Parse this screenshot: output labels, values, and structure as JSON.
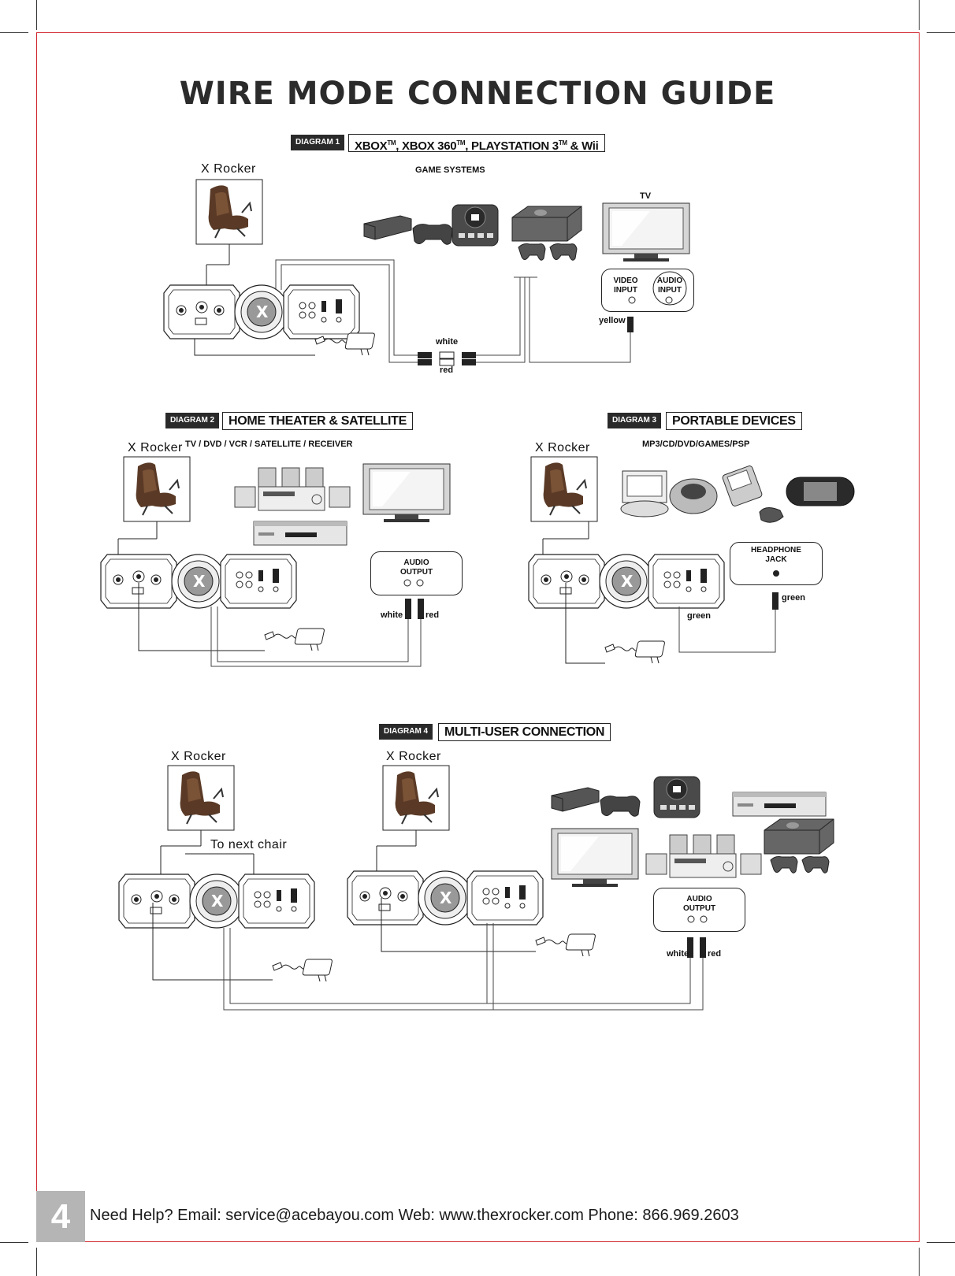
{
  "title": "WIRE MODE CONNECTION GUIDE",
  "diagram1": {
    "tag": "DIAGRAM 1",
    "heading_parts": [
      "XBOX",
      "TM",
      ",  XBOX 360",
      "TM",
      ", PLAYSTATION 3",
      "TM",
      " & Wii"
    ],
    "rocker_label": "X Rocker",
    "game_systems_label": "GAME SYSTEMS",
    "tv_label": "TV",
    "video_input": "VIDEO INPUT",
    "audio_input": "AUDIO INPUT",
    "yellow": "yellow",
    "white": "white",
    "red": "red"
  },
  "diagram2": {
    "tag": "DIAGRAM 2",
    "heading": "HOME THEATER & SATELLITE",
    "rocker_label": "X Rocker",
    "sources_label": "TV / DVD / VCR / SATELLITE / RECEIVER",
    "audio_output": "AUDIO OUTPUT",
    "white": "white",
    "red": "red"
  },
  "diagram3": {
    "tag": "DIAGRAM 3",
    "heading": "PORTABLE DEVICES",
    "rocker_label": "X Rocker",
    "sources_label": "MP3/CD/DVD/GAMES/PSP",
    "headphone_jack": "HEADPHONE JACK",
    "green_a": "green",
    "green_b": "green"
  },
  "diagram4": {
    "tag": "DIAGRAM 4",
    "heading": "MULTI-USER CONNECTION",
    "rocker_label_1": "X Rocker",
    "rocker_label_2": "X Rocker",
    "next_chair": "To next chair",
    "audio_output": "AUDIO OUTPUT",
    "white": "white",
    "red": "red"
  },
  "footer": {
    "page_number": "4",
    "help_text": "Need Help?   Email: service@acebayou.com Web: www.thexrocker.com Phone: 866.969.2603"
  },
  "colors": {
    "frame": "#d0242b",
    "tag_bg": "#2a2a2a",
    "page_badge": "#b5b5b5"
  }
}
